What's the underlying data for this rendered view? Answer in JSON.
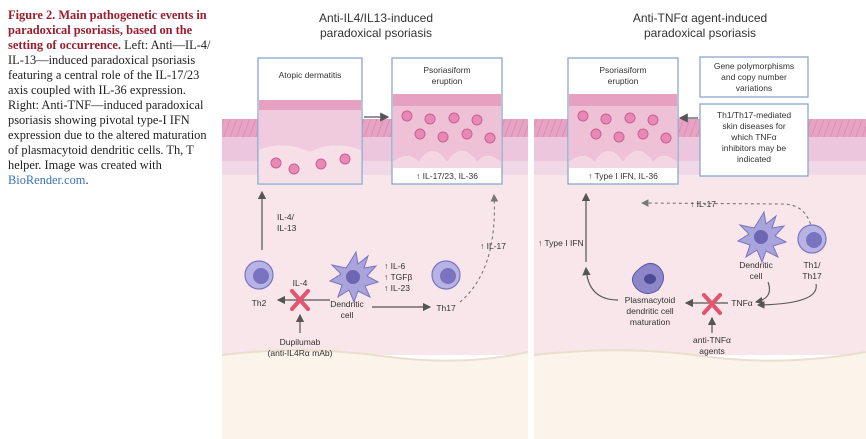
{
  "caption": {
    "title": "Figure 2. Main pathogenetic events in paradoxical psoriasis, based on the setting of occurrence.",
    "body": "Left: Anti—IL-4/ IL-13—induced paradoxical psoriasis featuring a central role of the IL-17/23 axis coupled with IL-36 expression. Right: Anti-TNF—induced paradoxical psoriasis showing pivotal type-I IFN expression due to the altered maturation of plasmacytoid dendritic cells. Th, T helper. Image was created with",
    "link": "BioRender.com",
    "end": "."
  },
  "left_panel": {
    "title_line1": "Anti-IL4/IL13-induced",
    "title_line2": "paradoxical psoriasis",
    "box_atopic": "Atopic dermatitis",
    "box_psoriasiform_line1": "Psoriasiform",
    "box_psoriasiform_line2": "eruption",
    "psoriasiform_caption": "↑ IL-17/23, IL-36",
    "il4_il13_line1": "IL-4/",
    "il4_il13_line2": "IL-13",
    "il4": "IL-4",
    "th2": "Th2",
    "dupilumab_line1": "Dupilumab",
    "dupilumab_line2": "(anti-IL4Rα mAb)",
    "cytokine1": "↑ IL-6",
    "cytokine2": "↑ TGFβ",
    "cytokine3": "↑ IL-23",
    "dendritic_line1": "Dendritic",
    "dendritic_line2": "cell",
    "th17": "Th17",
    "il17": "↑ IL-17"
  },
  "right_panel": {
    "title_line1": "Anti-TNFα agent-induced",
    "title_line2": "paradoxical psoriasis",
    "box_psoriasiform_line1": "Psoriasiform",
    "box_psoriasiform_line2": "eruption",
    "psoriasiform_caption": "↑ Type I IFN, IL-36",
    "gene_line1": "Gene polymorphisms",
    "gene_line2": "and copy number",
    "gene_line3": "variations",
    "th_line1": "Th1/Th17-mediated",
    "th_line2": "skin diseases for",
    "th_line3": "which TNFα",
    "th_line4": "inhibitors may be",
    "th_line5": "indicated",
    "il17": "↑ IL-17",
    "type1ifn": "↑ Type I IFN",
    "dendritic_line1": "Dendritic",
    "dendritic_line2": "cell",
    "th1th17_line1": "Th1/",
    "th1th17_line2": "Th17",
    "pdc_line1": "Plasmacytoid",
    "pdc_line2": "dendritic cell",
    "pdc_line3": "maturation",
    "tnfa": "TNFα",
    "antitnf_line1": "anti-TNFα",
    "antitnf_line2": "agents"
  },
  "colors": {
    "caption_accent": "#9b1c2c",
    "link": "#3a73b8",
    "box_border": "#8aa6cf",
    "skin_pink": "#e9b7cf",
    "cell_purple": "#7a74c0",
    "inhibition_red": "#e0566f"
  }
}
